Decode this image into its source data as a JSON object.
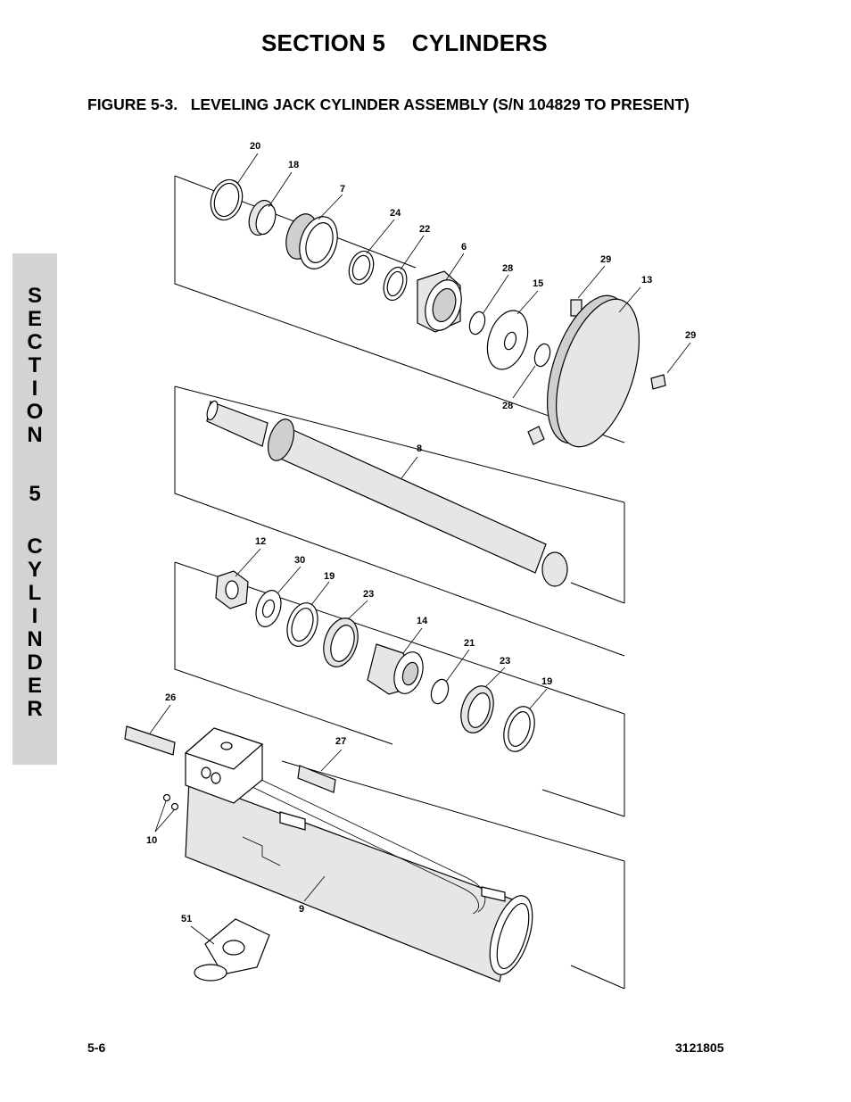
{
  "header": {
    "section_title": "SECTION 5    CYLINDERS",
    "figure_title": "FIGURE 5-3.   LEVELING JACK CYLINDER ASSEMBLY (S/N 104829 TO PRESENT)"
  },
  "side_tab": {
    "letters": [
      "S",
      "E",
      "C",
      "T",
      "I",
      "O",
      "N",
      "",
      "5",
      "",
      "C",
      "Y",
      "L",
      "I",
      "N",
      "D",
      "E",
      "R"
    ]
  },
  "callouts": {
    "c20": "20",
    "c18": "18",
    "c7": "7",
    "c24": "24",
    "c22": "22",
    "c6": "6",
    "c28a": "28",
    "c15": "15",
    "c29a": "29",
    "c13": "13",
    "c29b": "29",
    "c28b": "28",
    "c8": "8",
    "c12": "12",
    "c30": "30",
    "c19a": "19",
    "c23a": "23",
    "c14": "14",
    "c21": "21",
    "c23b": "23",
    "c19b": "19",
    "c26": "26",
    "c27": "27",
    "c10": "10",
    "c9": "9",
    "c51": "51"
  },
  "footer": {
    "page_number": "5-6",
    "doc_number": "3121805"
  }
}
